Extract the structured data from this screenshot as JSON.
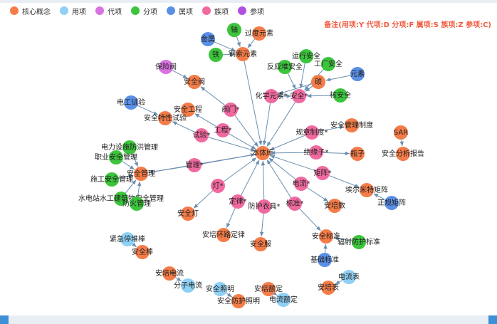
{
  "legend": [
    {
      "label": "核心概念",
      "color": "#f47c48"
    },
    {
      "label": "用项",
      "color": "#8fd0f5"
    },
    {
      "label": "代项",
      "color": "#d873e0"
    },
    {
      "label": "分项",
      "color": "#3cc43c"
    },
    {
      "label": "属项",
      "color": "#5a8fe6"
    },
    {
      "label": "族项",
      "color": "#f06aa0"
    },
    {
      "label": "参项",
      "color": "#b34fe0"
    }
  ],
  "note": "备注(用项:Y 代项:D 分项:F 属项:S 族项:Z 参项:C)",
  "colors": {
    "core": "#f47c48",
    "use": "#8fd0f5",
    "proxy": "#d873e0",
    "part": "#3cc43c",
    "belong": "#5a8fe6",
    "family": "#f06aa0",
    "ref": "#b34fe0",
    "edge": "#6a8fb0"
  },
  "nodes": [
    {
      "id": "n0",
      "label": "本体库",
      "type": "core"
    },
    {
      "id": "n1",
      "label": "钢索元素",
      "type": "core"
    },
    {
      "id": "n2",
      "label": "过度元素",
      "type": "core"
    },
    {
      "id": "n3",
      "label": "轴",
      "type": "part"
    },
    {
      "id": "n4",
      "label": "金属",
      "type": "belong"
    },
    {
      "id": "n5",
      "label": "铁",
      "type": "part"
    },
    {
      "id": "n6",
      "label": "保险阀",
      "type": "proxy"
    },
    {
      "id": "n7",
      "label": "安全阀",
      "type": "core"
    },
    {
      "id": "n8",
      "label": "化学元素*",
      "type": "family"
    },
    {
      "id": "n9",
      "label": "反应堆安全",
      "type": "part"
    },
    {
      "id": "n10",
      "label": "运行安全",
      "type": "part"
    },
    {
      "id": "n11",
      "label": "安全*",
      "type": "family"
    },
    {
      "id": "n12",
      "label": "碳",
      "type": "core"
    },
    {
      "id": "n13",
      "label": "工厂安全",
      "type": "part"
    },
    {
      "id": "n14",
      "label": "元素",
      "type": "belong"
    },
    {
      "id": "n15",
      "label": "核安全",
      "type": "part"
    },
    {
      "id": "n16",
      "label": "电工试验",
      "type": "belong"
    },
    {
      "id": "n17",
      "label": "安全工程",
      "type": "core"
    },
    {
      "id": "n18",
      "label": "阀门*",
      "type": "family"
    },
    {
      "id": "n19",
      "label": "安全特性试验",
      "type": "core"
    },
    {
      "id": "n20",
      "label": "工程*",
      "type": "family"
    },
    {
      "id": "n21",
      "label": "试验*",
      "type": "family"
    },
    {
      "id": "n22",
      "label": "规章制度*",
      "type": "family"
    },
    {
      "id": "n23",
      "label": "安全管理制度",
      "type": "core"
    },
    {
      "id": "n24",
      "label": "SAR",
      "type": "core"
    },
    {
      "id": "n25",
      "label": "电力设施防洪管理",
      "type": "part"
    },
    {
      "id": "n26",
      "label": "职业安全管理",
      "type": "part"
    },
    {
      "id": "n27",
      "label": "施工安全管理",
      "type": "part"
    },
    {
      "id": "n28",
      "label": "安全管理",
      "type": "core"
    },
    {
      "id": "n29",
      "label": "管理*",
      "type": "family"
    },
    {
      "id": "n30",
      "label": "水电站水工建筑物安全管理",
      "type": "part"
    },
    {
      "id": "n31",
      "label": "防火管理",
      "type": "part"
    },
    {
      "id": "n32",
      "label": "矩阵*",
      "type": "family"
    },
    {
      "id": "n33",
      "label": "绝缘子*",
      "type": "family"
    },
    {
      "id": "n34",
      "label": "瓶子",
      "type": "core"
    },
    {
      "id": "n35",
      "label": "安全分析报告",
      "type": "core"
    },
    {
      "id": "n36",
      "label": "电流*",
      "type": "family"
    },
    {
      "id": "n37",
      "label": "埃尔米特矩阵",
      "type": "core"
    },
    {
      "id": "n38",
      "label": "正规矩阵",
      "type": "belong"
    },
    {
      "id": "n39",
      "label": "灯*",
      "type": "family"
    },
    {
      "id": "n40",
      "label": "定律*",
      "type": "family"
    },
    {
      "id": "n41",
      "label": "防护衣具*",
      "type": "family"
    },
    {
      "id": "n42",
      "label": "标准*",
      "type": "family"
    },
    {
      "id": "n43",
      "label": "安培数",
      "type": "core"
    },
    {
      "id": "n44",
      "label": "安全灯",
      "type": "core"
    },
    {
      "id": "n45",
      "label": "安培环路定律",
      "type": "core"
    },
    {
      "id": "n46",
      "label": "安全服",
      "type": "core"
    },
    {
      "id": "n47",
      "label": "安全标准",
      "type": "core"
    },
    {
      "id": "n48",
      "label": "辐射防护标准",
      "type": "part"
    },
    {
      "id": "n49",
      "label": "基础标准",
      "type": "belong"
    },
    {
      "id": "n50",
      "label": "紧急停堆棒",
      "type": "use"
    },
    {
      "id": "n51",
      "label": "安全棒",
      "type": "core"
    },
    {
      "id": "n52",
      "label": "安培电流",
      "type": "core"
    },
    {
      "id": "n53",
      "label": "分子电流",
      "type": "use"
    },
    {
      "id": "n54",
      "label": "安全照明",
      "type": "use"
    },
    {
      "id": "n55",
      "label": "安全防护照明",
      "type": "core"
    },
    {
      "id": "n56",
      "label": "安培额定",
      "type": "core"
    },
    {
      "id": "n57",
      "label": "电流额定",
      "type": "use"
    },
    {
      "id": "n58",
      "label": "电流表",
      "type": "use"
    },
    {
      "id": "n59",
      "label": "安培表",
      "type": "core"
    }
  ],
  "edges": [
    [
      "n1",
      "n0"
    ],
    [
      "n8",
      "n0"
    ],
    [
      "n11",
      "n0"
    ],
    [
      "n18",
      "n0"
    ],
    [
      "n20",
      "n0"
    ],
    [
      "n21",
      "n0"
    ],
    [
      "n22",
      "n0"
    ],
    [
      "n33",
      "n0"
    ],
    [
      "n32",
      "n0"
    ],
    [
      "n36",
      "n0"
    ],
    [
      "n42",
      "n0"
    ],
    [
      "n41",
      "n0"
    ],
    [
      "n40",
      "n0"
    ],
    [
      "n39",
      "n0"
    ],
    [
      "n29",
      "n0"
    ],
    [
      "n0",
      "n28"
    ],
    [
      "n2",
      "n1"
    ],
    [
      "n3",
      "n1"
    ],
    [
      "n4",
      "n1"
    ],
    [
      "n5",
      "n1"
    ],
    [
      "n18",
      "n7"
    ],
    [
      "n6",
      "n7"
    ],
    [
      "n12",
      "n8"
    ],
    [
      "n8",
      "n11"
    ],
    [
      "n9",
      "n11"
    ],
    [
      "n10",
      "n11"
    ],
    [
      "n13",
      "n11"
    ],
    [
      "n15",
      "n11"
    ],
    [
      "n12",
      "n11"
    ],
    [
      "n14",
      "n12"
    ],
    [
      "n20",
      "n17"
    ],
    [
      "n21",
      "n19"
    ],
    [
      "n16",
      "n19"
    ],
    [
      "n22",
      "n23"
    ],
    [
      "n24",
      "n35"
    ],
    [
      "n25",
      "n28"
    ],
    [
      "n26",
      "n28"
    ],
    [
      "n27",
      "n28"
    ],
    [
      "n30",
      "n28"
    ],
    [
      "n31",
      "n28"
    ],
    [
      "n29",
      "n28"
    ],
    [
      "n33",
      "n34"
    ],
    [
      "n32",
      "n37"
    ],
    [
      "n38",
      "n37"
    ],
    [
      "n36",
      "n43"
    ],
    [
      "n39",
      "n44"
    ],
    [
      "n40",
      "n45"
    ],
    [
      "n41",
      "n46"
    ],
    [
      "n42",
      "n47"
    ],
    [
      "n48",
      "n47"
    ],
    [
      "n49",
      "n47"
    ],
    [
      "n50",
      "n51"
    ],
    [
      "n52",
      "n53"
    ],
    [
      "n54",
      "n55"
    ],
    [
      "n56",
      "n57"
    ],
    [
      "n58",
      "n59"
    ]
  ]
}
